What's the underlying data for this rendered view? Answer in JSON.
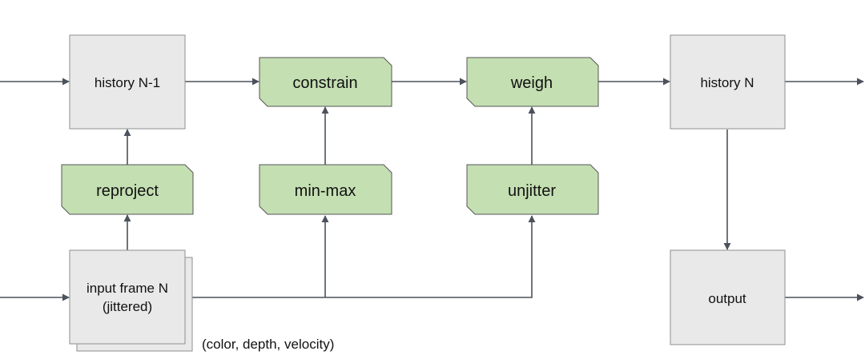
{
  "nodes": {
    "history_prev": "history N-1",
    "constrain": "constrain",
    "weigh": "weigh",
    "history_n": "history N",
    "reproject": "reproject",
    "min_max": "min-max",
    "unjitter": "unjitter",
    "input_frame_line1": "input frame N",
    "input_frame_line2": "(jittered)",
    "output": "output"
  },
  "annotation": "(color, depth, velocity)",
  "colors": {
    "gray_fill": "#e9e9e9",
    "green_fill": "#c4dfb2",
    "wire": "#4b525c"
  }
}
